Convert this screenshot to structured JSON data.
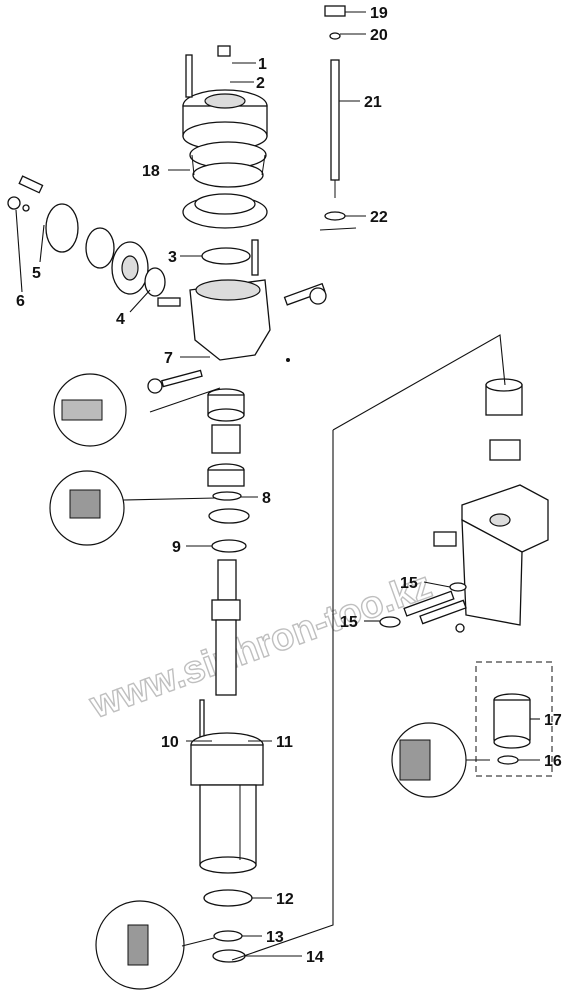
{
  "watermark": "www.sinhron-too.kz",
  "callouts": [
    {
      "id": "1",
      "label": "1"
    },
    {
      "id": "2",
      "label": "2"
    },
    {
      "id": "3",
      "label": "3"
    },
    {
      "id": "4",
      "label": "4"
    },
    {
      "id": "5",
      "label": "5"
    },
    {
      "id": "6",
      "label": "6"
    },
    {
      "id": "7",
      "label": "7"
    },
    {
      "id": "8",
      "label": "8"
    },
    {
      "id": "9",
      "label": "9"
    },
    {
      "id": "10",
      "label": "10"
    },
    {
      "id": "11",
      "label": "11"
    },
    {
      "id": "12",
      "label": "12"
    },
    {
      "id": "13",
      "label": "13"
    },
    {
      "id": "14",
      "label": "14"
    },
    {
      "id": "15a",
      "label": "15"
    },
    {
      "id": "15b",
      "label": "15"
    },
    {
      "id": "16",
      "label": "16"
    },
    {
      "id": "17",
      "label": "17"
    },
    {
      "id": "18",
      "label": "18"
    },
    {
      "id": "19",
      "label": "19"
    },
    {
      "id": "20",
      "label": "20"
    },
    {
      "id": "21",
      "label": "21"
    },
    {
      "id": "22",
      "label": "22"
    }
  ]
}
